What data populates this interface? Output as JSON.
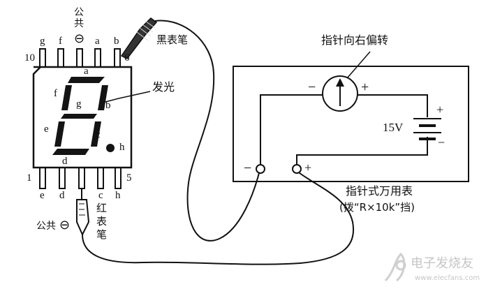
{
  "display": {
    "top_pins": [
      "g",
      "f",
      "a",
      "b"
    ],
    "top_common_label": "公\n共",
    "top_common_symbol": "⊖",
    "pin_10": "10",
    "pin_6": "6",
    "segments": {
      "a": "a",
      "b": "b",
      "c": "c",
      "d": "d",
      "e": "e",
      "f": "f",
      "g": "g",
      "h": "h"
    },
    "bottom_pins": [
      "e",
      "d",
      "c",
      "h"
    ],
    "pin_1": "1",
    "pin_5": "5",
    "glow_label": "发光",
    "bottom_common_label": "公共",
    "bottom_common_symbol": "⊖"
  },
  "probes": {
    "black_probe": "黑表笔",
    "red_probe": "红\n表\n笔"
  },
  "meter": {
    "deflect_label": "指针向右偏转",
    "meter_minus": "−",
    "meter_plus": "+",
    "battery_plus": "+",
    "battery_minus": "−",
    "battery_voltage": "15V",
    "terminal_minus": "−",
    "terminal_plus": "+",
    "meter_name": "指针式万用表",
    "range_note": "(拨“R×10k”挡)"
  },
  "watermark": {
    "text": "电子发烧友",
    "url": "www.elecfans.com"
  }
}
